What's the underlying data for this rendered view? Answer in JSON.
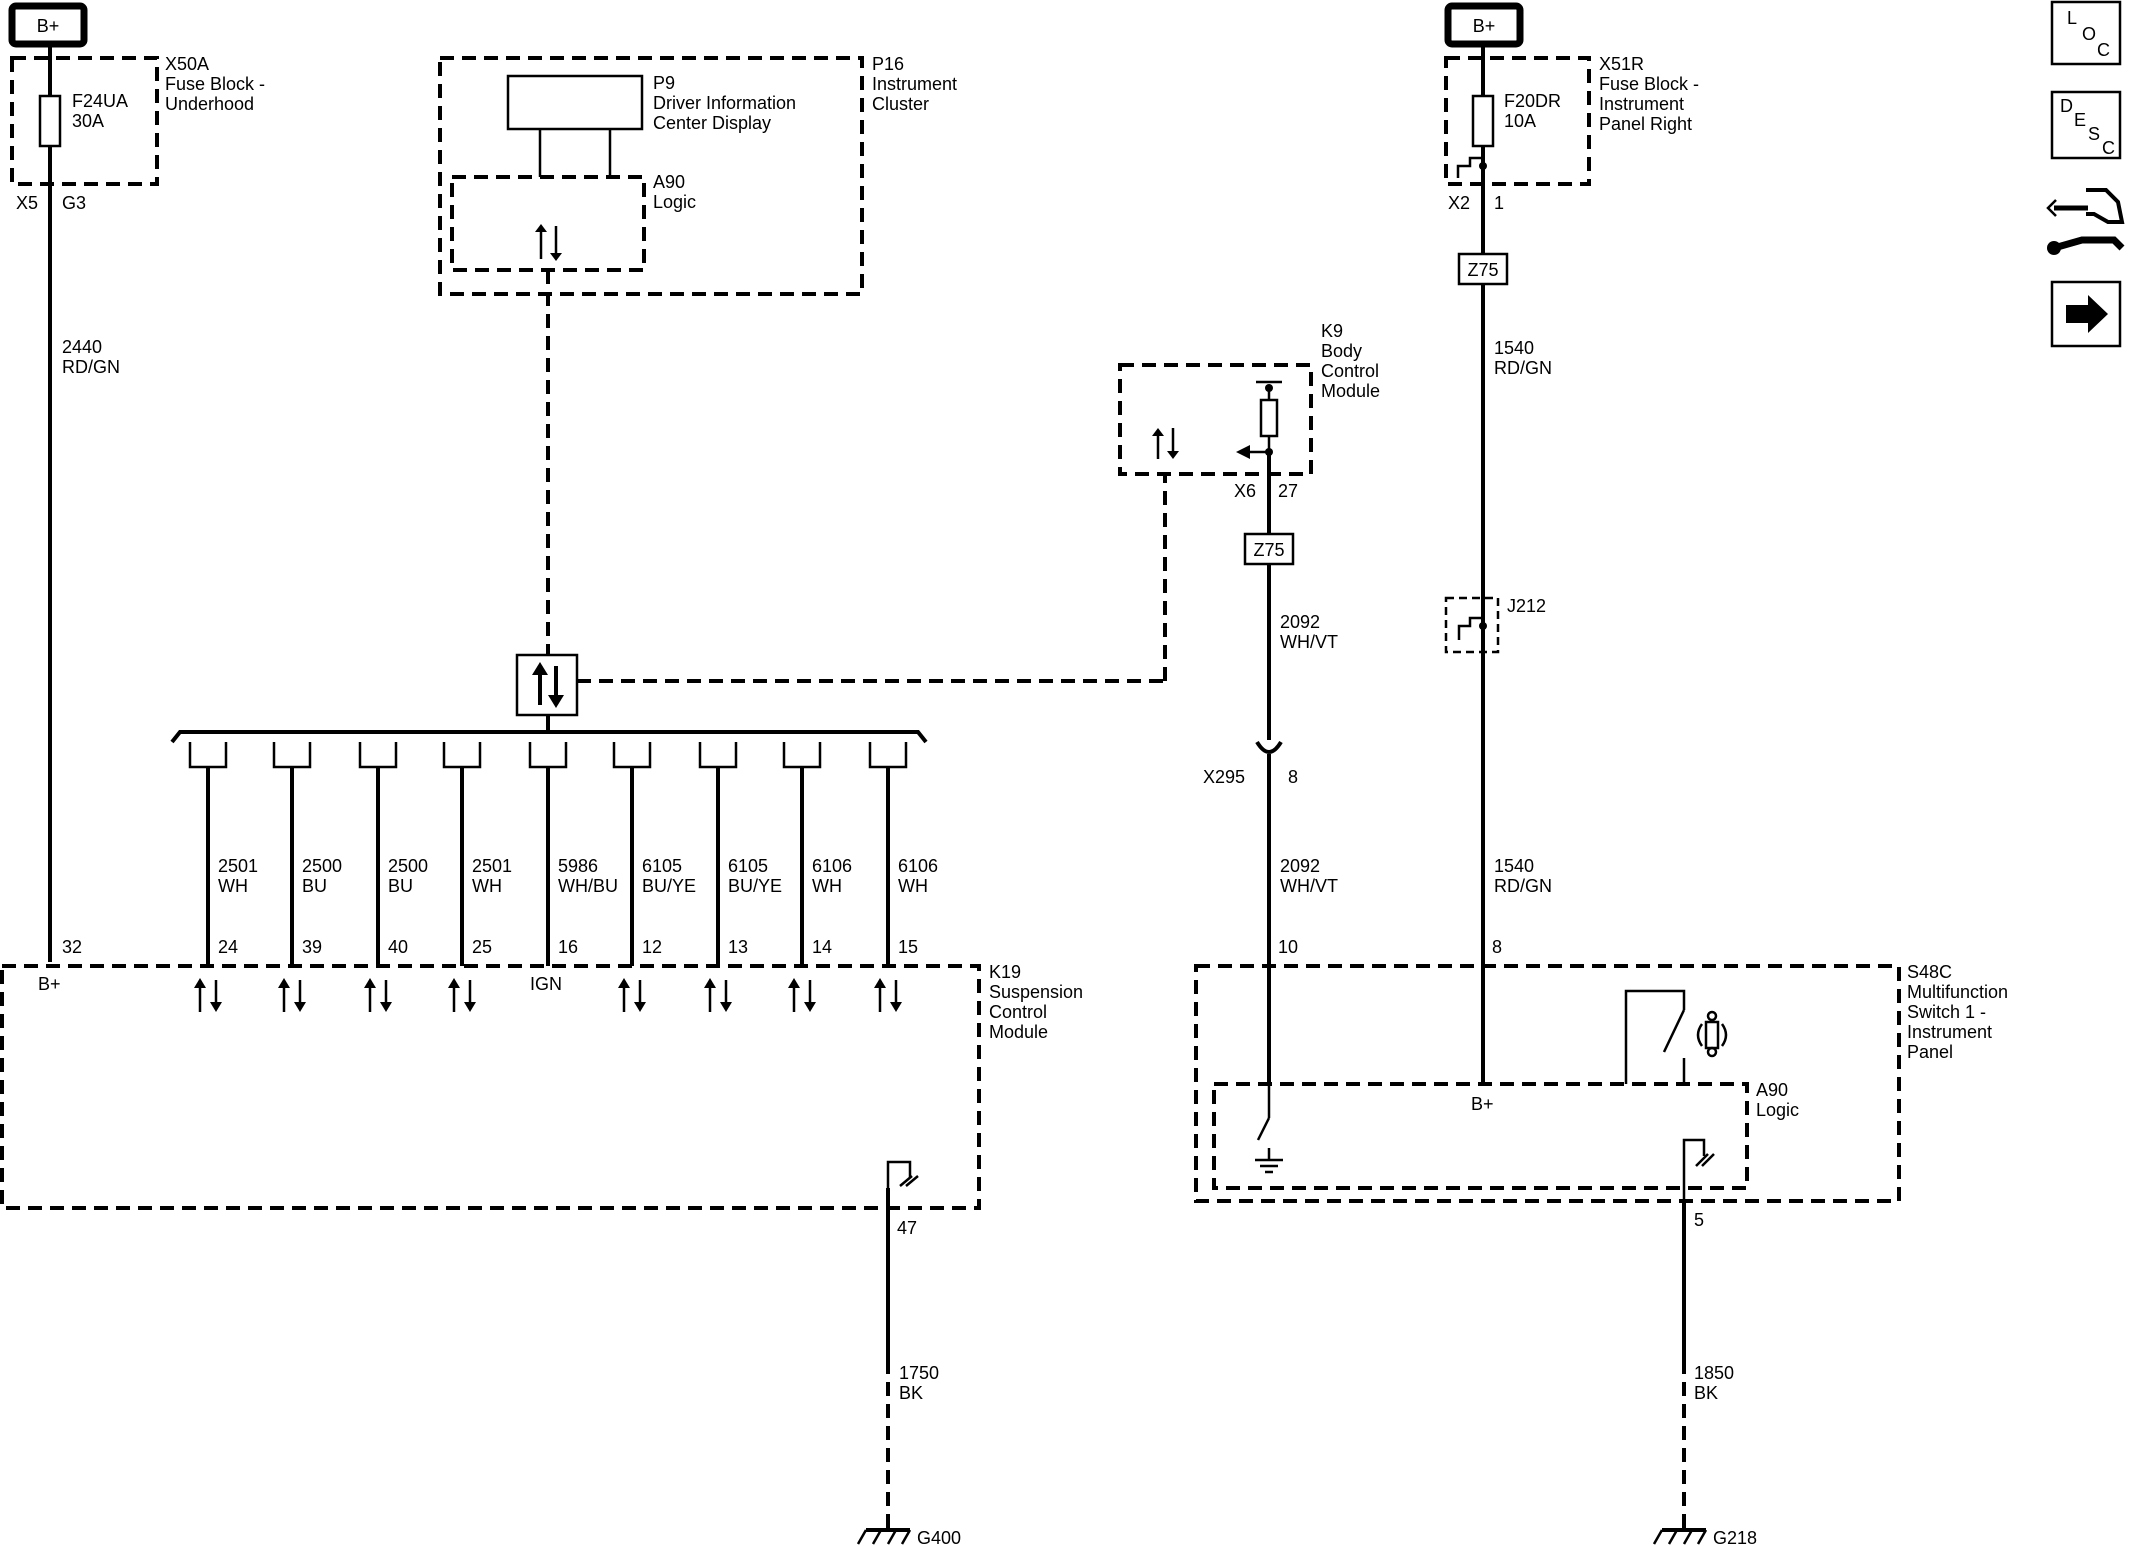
{
  "power": {
    "left": "B+",
    "right": "B+"
  },
  "fuse_blocks": {
    "underhood": {
      "id": "X50A",
      "name": [
        "Fuse Block -",
        "Underhood"
      ],
      "fuse": "F24UA",
      "rating": "30A",
      "connector": "X5",
      "pin": "G3"
    },
    "ip_right": {
      "id": "X51R",
      "name": [
        "Fuse Block -",
        "Instrument",
        "Panel Right"
      ],
      "fuse": "F20DR",
      "rating": "10A",
      "connector": "X2",
      "pin": "1"
    }
  },
  "instrument_cluster": {
    "id": "P16",
    "name": [
      "Instrument",
      "Cluster"
    ],
    "display_id": "P9",
    "display_name": [
      "Driver Information",
      "Center Display"
    ],
    "logic_id": "A90",
    "logic_name": "Logic"
  },
  "bcm": {
    "id": "K9",
    "name": [
      "Body",
      "Control",
      "Module"
    ],
    "connector": "X6",
    "pin": "27"
  },
  "splices": {
    "bcm_wire": "Z75",
    "right_wire": "Z75",
    "junction": "J212"
  },
  "inline_connector": {
    "id": "X295",
    "pin": "8"
  },
  "wires": {
    "feed_2440": {
      "circuit": "2440",
      "color": "RD/GN"
    },
    "bcm_2092_upper": {
      "circuit": "2092",
      "color": "WH/VT"
    },
    "bcm_2092_lower": {
      "circuit": "2092",
      "color": "WH/VT"
    },
    "right_1540_upper": {
      "circuit": "1540",
      "color": "RD/GN"
    },
    "right_1540_lower": {
      "circuit": "1540",
      "color": "RD/GN"
    },
    "ground_1750": {
      "circuit": "1750",
      "color": "BK"
    },
    "ground_1850": {
      "circuit": "1850",
      "color": "BK"
    }
  },
  "bus_wires": [
    {
      "circuit": "2501",
      "color": "WH",
      "pin": "24"
    },
    {
      "circuit": "2500",
      "color": "BU",
      "pin": "39"
    },
    {
      "circuit": "2500",
      "color": "BU",
      "pin": "40"
    },
    {
      "circuit": "2501",
      "color": "WH",
      "pin": "25"
    },
    {
      "circuit": "5986",
      "color": "WH/BU",
      "pin": "16",
      "label": "IGN"
    },
    {
      "circuit": "6105",
      "color": "BU/YE",
      "pin": "12"
    },
    {
      "circuit": "6105",
      "color": "BU/YE",
      "pin": "13"
    },
    {
      "circuit": "6106",
      "color": "WH",
      "pin": "14"
    },
    {
      "circuit": "6106",
      "color": "WH",
      "pin": "15"
    }
  ],
  "suspension_module": {
    "id": "K19",
    "name": [
      "Suspension",
      "Control",
      "Module"
    ],
    "feed_pin": "32",
    "feed_label": "B+",
    "ground_pin": "47"
  },
  "switch": {
    "id": "S48C",
    "name": [
      "Multifunction",
      "Switch 1 -",
      "Instrument",
      "Panel"
    ],
    "logic_id": "A90",
    "logic_name": "Logic",
    "pin_signal": "10",
    "pin_power": "8",
    "power_label": "B+",
    "ground_pin": "5"
  },
  "grounds": {
    "left": "G400",
    "right": "G218"
  },
  "nav_buttons": {
    "loc": [
      "L",
      "O",
      "C"
    ],
    "desc": [
      "D",
      "E",
      "S",
      "C"
    ]
  }
}
